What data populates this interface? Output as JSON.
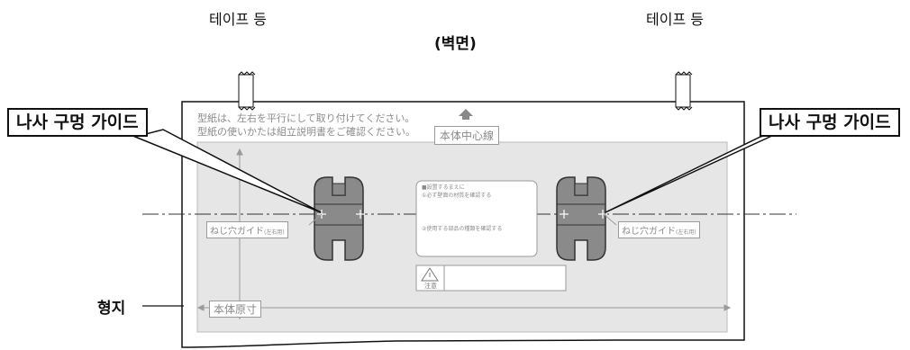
{
  "tape_left": "테이프 등",
  "tape_right": "테이프 등",
  "wall_label": "(벽면)",
  "callout_left": "나사 구멍 가이드",
  "callout_right": "나사 구멍 가이드",
  "paper_instructions": [
    "型紙は、左右を平行にして取り付けてください。",
    "型紙の使いかたは組立説明書をご確認ください。"
  ],
  "center_line_label": "本体中心線",
  "screw_guide_left": "ねじ穴ガイド",
  "screw_guide_left_small": "(左右用)",
  "screw_guide_right": "ねじ穴ガイド",
  "screw_guide_right_small": "(左右用)",
  "notice_title": "■設置するまえに",
  "notice_item1": "①必ず壁面の材質を確認する",
  "notice_item2": "②使用する部品の種類を確認する",
  "caution_label": "注意",
  "body_size_label": "本体原寸",
  "template_label": "형지",
  "colors": {
    "sheet_fill": "#e6e6e6",
    "hook_fill": "#8a8a8a",
    "text_gray": "#8c8c8c"
  }
}
